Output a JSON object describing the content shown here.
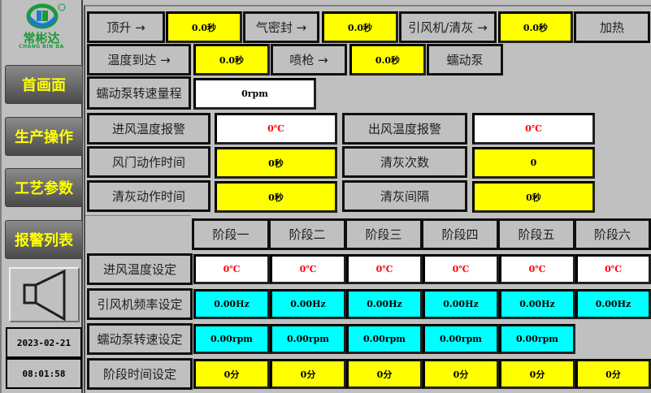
{
  "brand": {
    "name": "常彬达",
    "sub": "CHANG BIN DA",
    "colors": {
      "green": "#1a9a3a",
      "blue": "#1a7ad0"
    }
  },
  "sidebar": {
    "items": [
      {
        "label": "首画面"
      },
      {
        "label": "生产操作"
      },
      {
        "label": "工艺参数"
      },
      {
        "label": "报警列表"
      }
    ],
    "speaker_icon": "speaker-icon",
    "date": "2023-02-21",
    "time": "08:01:58"
  },
  "top": {
    "row1": [
      {
        "label": "顶升 →",
        "value": "0.0秒"
      },
      {
        "label": "气密封 →",
        "value": "0.0秒"
      },
      {
        "label": "引风机/清灰 →",
        "value": "0.0秒"
      },
      {
        "label": "加热"
      }
    ],
    "row2": [
      {
        "label": "温度到达 →",
        "value": "0.0秒"
      },
      {
        "label": "喷枪 →",
        "value": "0.0秒"
      },
      {
        "label": "蠕动泵"
      }
    ],
    "pump_range": {
      "label": "蠕动泵转速量程",
      "value": "0rpm"
    }
  },
  "params": {
    "inlet_alarm": {
      "label": "进风温度报警",
      "value": "0℃"
    },
    "outlet_alarm": {
      "label": "出风温度报警",
      "value": "0℃"
    },
    "damper_time": {
      "label": "风门动作时间",
      "value": "0秒"
    },
    "clean_count": {
      "label": "清灰次数",
      "value": "0"
    },
    "clean_action_time": {
      "label": "清灰动作时间",
      "value": "0秒"
    },
    "clean_interval": {
      "label": "清灰间隔",
      "value": "0秒"
    }
  },
  "stages": {
    "headers": [
      "阶段一",
      "阶段二",
      "阶段三",
      "阶段四",
      "阶段五",
      "阶段六"
    ],
    "rows": [
      {
        "label": "进风温度设定",
        "values": [
          "0℃",
          "0℃",
          "0℃",
          "0℃",
          "0℃",
          "0℃"
        ]
      },
      {
        "label": "引风机频率设定",
        "values": [
          "0.00Hz",
          "0.00Hz",
          "0.00Hz",
          "0.00Hz",
          "0.00Hz",
          "0.00Hz"
        ]
      },
      {
        "label": "蠕动泵转速设定",
        "values": [
          "0.00rpm",
          "0.00rpm",
          "0.00rpm",
          "0.00rpm",
          "0.00rpm"
        ]
      },
      {
        "label": "阶段时间设定",
        "values": [
          "0分",
          "0分",
          "0分",
          "0分",
          "0分",
          "0分"
        ]
      }
    ]
  },
  "colors": {
    "background": "#c0c0c0",
    "yellow": "#ffff00",
    "cyan": "#00ffff",
    "white": "#ffffff",
    "alarm_red": "#ff0000",
    "nav_text": "#ffff00"
  }
}
